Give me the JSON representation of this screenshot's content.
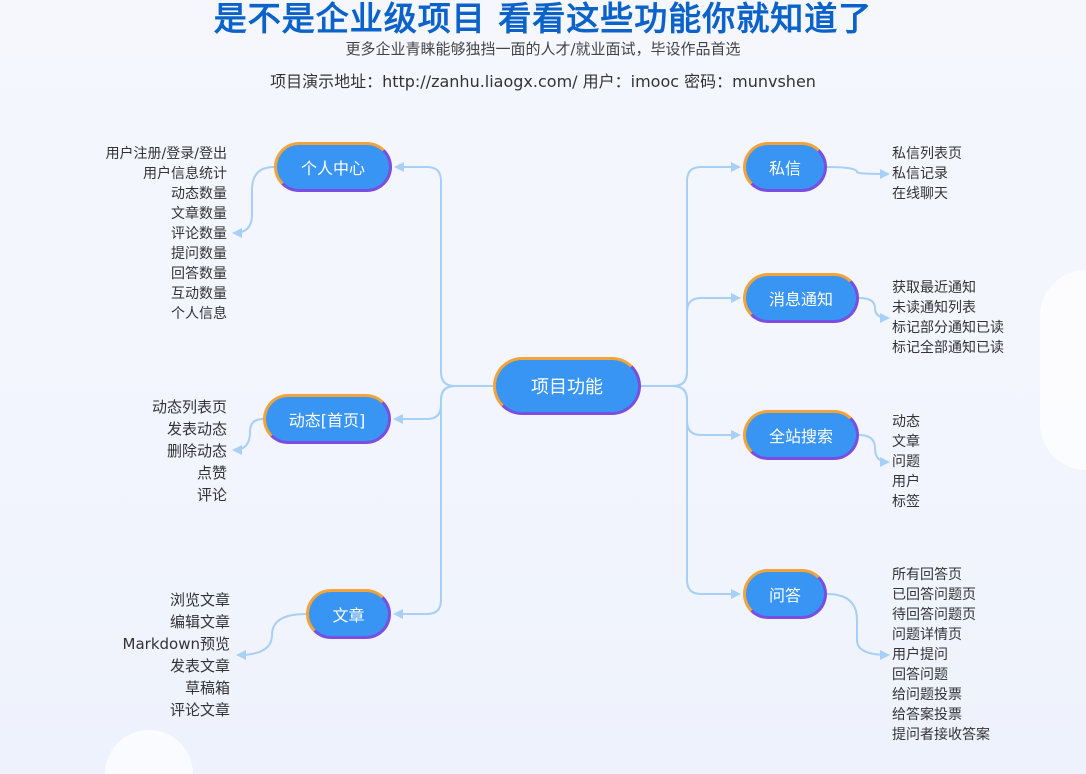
{
  "header": {
    "title": "是不是企业级项目 看看这些功能你就知道了",
    "subtitle": "更多企业青睐能够独挡一面的人才/就业面试，毕设作品首选",
    "demo": "项目演示地址：http://zanhu.liaogx.com/ 用户：imooc 密码：munvshen"
  },
  "root": "项目功能",
  "branches": {
    "profile": {
      "label": "个人中心",
      "items": [
        "用户注册/登录/登出",
        "用户信息统计",
        "动态数量",
        "文章数量",
        "评论数量",
        "提问数量",
        "回答数量",
        "互动数量",
        "个人信息"
      ]
    },
    "news": {
      "label": "动态[首页]",
      "items": [
        "动态列表页",
        "发表动态",
        "删除动态",
        "点赞",
        "评论"
      ]
    },
    "articles": {
      "label": "文章",
      "items": [
        "浏览文章",
        "编辑文章",
        "Markdown预览",
        "发表文章",
        "草稿箱",
        "评论文章"
      ]
    },
    "messages": {
      "label": "私信",
      "items": [
        "私信列表页",
        "私信记录",
        "在线聊天"
      ]
    },
    "notifications": {
      "label": "消息通知",
      "items": [
        "获取最近通知",
        "未读通知列表",
        "标记部分通知已读",
        "标记全部通知已读"
      ]
    },
    "search": {
      "label": "全站搜索",
      "items": [
        "动态",
        "文章",
        "问题",
        "用户",
        "标签"
      ]
    },
    "qa": {
      "label": "问答",
      "items": [
        "所有回答页",
        "已回答问题页",
        "待回答问题页",
        "问题详情页",
        "用户提问",
        "回答问题",
        "给问题投票",
        "给答案投票",
        "提问者接收答案"
      ]
    }
  },
  "colors": {
    "node": "#3895f3",
    "title": "#0b63c9",
    "connector": "#a8cff5"
  }
}
